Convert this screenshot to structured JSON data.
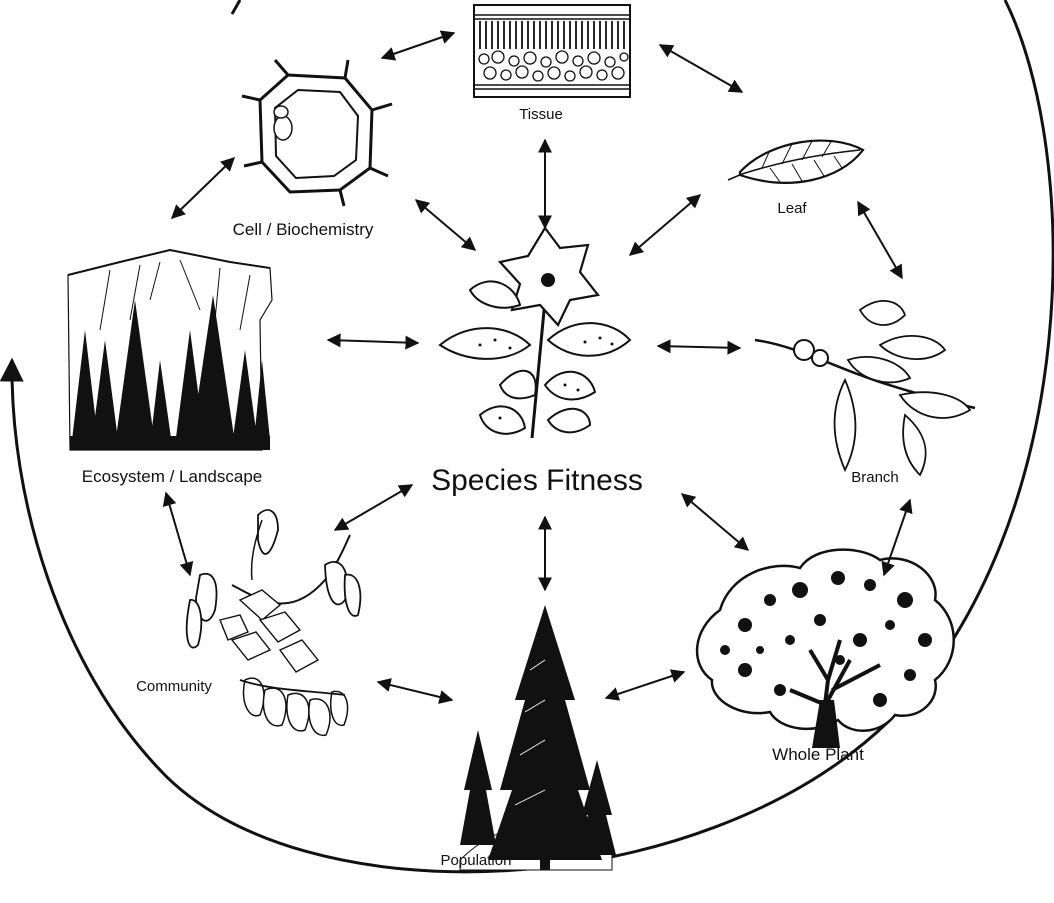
{
  "center": {
    "label": "Species Fitness"
  },
  "nodes": {
    "tissue": "Tissue",
    "leaf": "Leaf",
    "cell": "Cell / Biochemistry",
    "ecosystem": "Ecosystem / Landscape",
    "branch": "Branch",
    "community": "Community",
    "whole_plant": "Whole Plant",
    "population": "Population"
  },
  "icons": {
    "tissue": "tissue-cross-section-icon",
    "leaf": "leaf-icon",
    "cell": "plant-cell-icon",
    "ecosystem": "mountain-forest-icon",
    "branch": "branch-icon",
    "community": "plant-community-icon",
    "whole_plant": "tree-crown-icon",
    "population": "conifer-stand-icon",
    "center": "flowering-plant-icon"
  },
  "colors": {
    "ink": "#111111",
    "background": "#ffffff"
  }
}
